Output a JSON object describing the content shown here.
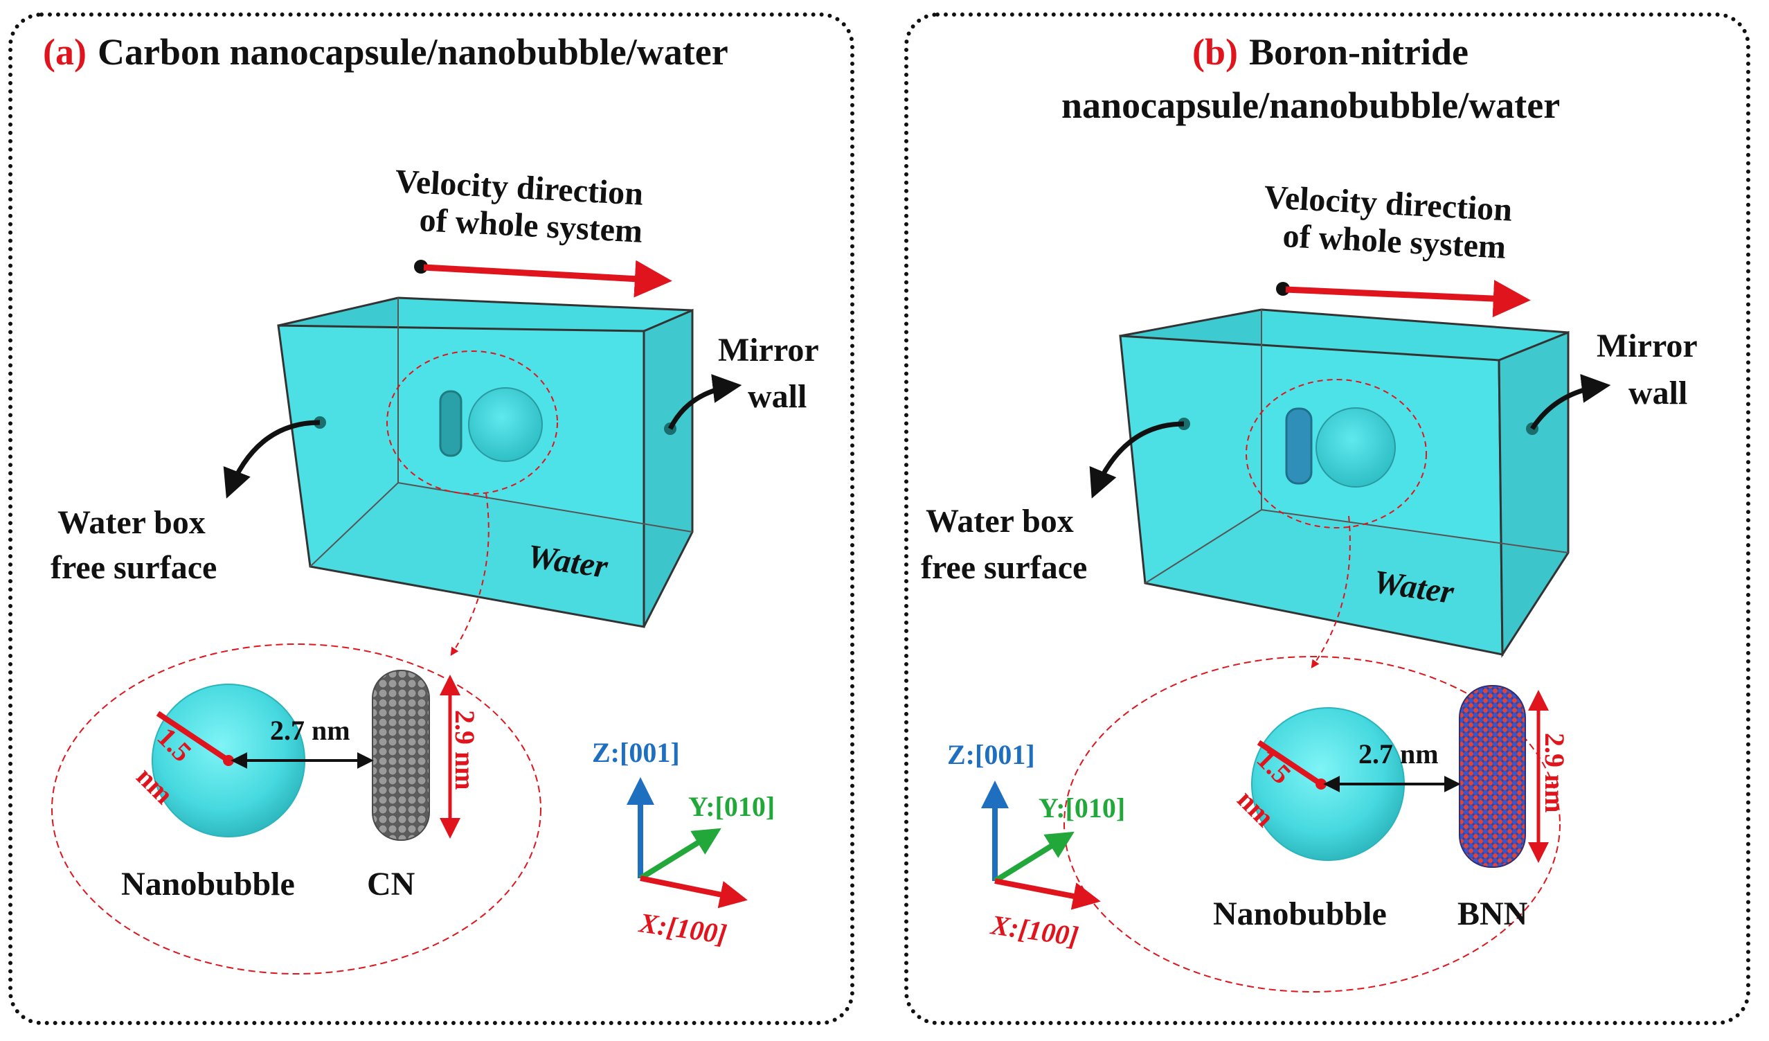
{
  "panels": [
    {
      "letter": "(a)",
      "title_lines": [
        "Carbon nanocapsule/nanobubble/water"
      ],
      "velocity_label": [
        "Velocity direction",
        "of whole system"
      ],
      "mirror_label": [
        "Mirror",
        "wall"
      ],
      "free_surface_label": [
        "Water box",
        "free surface"
      ],
      "water_label": "Water",
      "radius_label": [
        "1.5",
        "nm"
      ],
      "gap_label": "2.7 nm",
      "length_label": "2.9 nm",
      "bubble_name": "Nanobubble",
      "capsule_name": "CN",
      "axes": {
        "z": "Z:[001]",
        "y": "Y:[010]",
        "x": "X:[100]"
      }
    },
    {
      "letter": "(b)",
      "title_lines": [
        "Boron-nitride",
        "nanocapsule/nanobubble/water"
      ],
      "velocity_label": [
        "Velocity direction",
        "of whole system"
      ],
      "mirror_label": [
        "Mirror",
        "wall"
      ],
      "free_surface_label": [
        "Water box",
        "free surface"
      ],
      "water_label": "Water",
      "radius_label": [
        "1.5",
        "nm"
      ],
      "gap_label": "2.7 nm",
      "length_label": "2.9 nm",
      "bubble_name": "Nanobubble",
      "capsule_name": "BNN",
      "axes": {
        "z": "Z:[001]",
        "y": "Y:[010]",
        "x": "X:[100]"
      }
    }
  ],
  "colors": {
    "water": "#4fe3e8",
    "water_dark": "#2fb6bf",
    "arrow_red": "#e0141c",
    "axis_blue": "#1e6fc0",
    "axis_green": "#22a83a",
    "cn_gray": "#7a7a7a",
    "bn_red": "#d9453f",
    "bn_blue": "#3a55c8"
  }
}
